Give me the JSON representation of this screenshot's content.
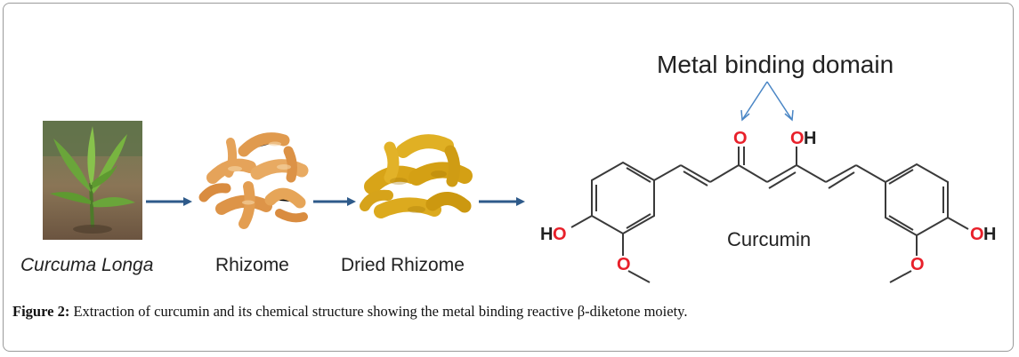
{
  "stages": [
    {
      "label": "Curcuma Longa"
    },
    {
      "label": "Rhizome"
    },
    {
      "label": "Dried Rhizome"
    }
  ],
  "structure": {
    "annotation": "Metal binding domain",
    "name": "Curcumin",
    "atoms": {
      "o1": "O",
      "oh_center_o": "O",
      "oh_center_h": "H",
      "ho_left_h": "H",
      "ho_left_o": "O",
      "oh_right_o": "O",
      "oh_right_h": "H",
      "ome_left": "O",
      "ome_right": "O"
    }
  },
  "caption": {
    "label": "Figure 2:",
    "text": " Extraction of curcumin and its chemical structure showing the metal binding reactive β-diketone moiety."
  },
  "colors": {
    "arrow": "#2e5a8a",
    "oxygen": "#e8202a",
    "bond": "#3a3a3a",
    "annotation_arrow": "#4a86c5"
  }
}
